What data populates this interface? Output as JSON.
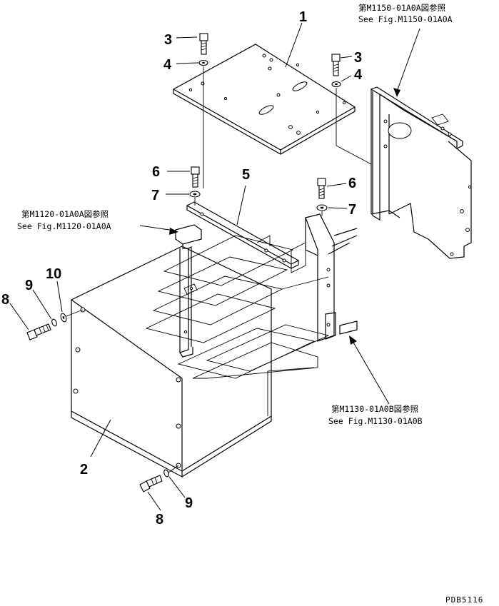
{
  "parts": [
    {
      "id": "p1",
      "number": "1"
    },
    {
      "id": "p2",
      "number": "2"
    },
    {
      "id": "p3a",
      "number": "3"
    },
    {
      "id": "p3b",
      "number": "3"
    },
    {
      "id": "p4a",
      "number": "4"
    },
    {
      "id": "p4b",
      "number": "4"
    },
    {
      "id": "p5",
      "number": "5"
    },
    {
      "id": "p6a",
      "number": "6"
    },
    {
      "id": "p6b",
      "number": "6"
    },
    {
      "id": "p7a",
      "number": "7"
    },
    {
      "id": "p7b",
      "number": "7"
    },
    {
      "id": "p8a",
      "number": "8"
    },
    {
      "id": "p8b",
      "number": "8"
    },
    {
      "id": "p9a",
      "number": "9"
    },
    {
      "id": "p9b",
      "number": "9"
    },
    {
      "id": "p10",
      "number": "10"
    }
  ],
  "references": {
    "m1150": {
      "jp": "第M1150-01A0A図参照",
      "en": "See Fig.M1150-01A0A"
    },
    "m1120": {
      "jp": "第M1120-01A0A図参照",
      "en": "See Fig.M1120-01A0A"
    },
    "m1130": {
      "jp": "第M1130-01A0B図参照",
      "en": "See Fig.M1130-01A0B"
    }
  },
  "drawing_code": "PDB5116"
}
